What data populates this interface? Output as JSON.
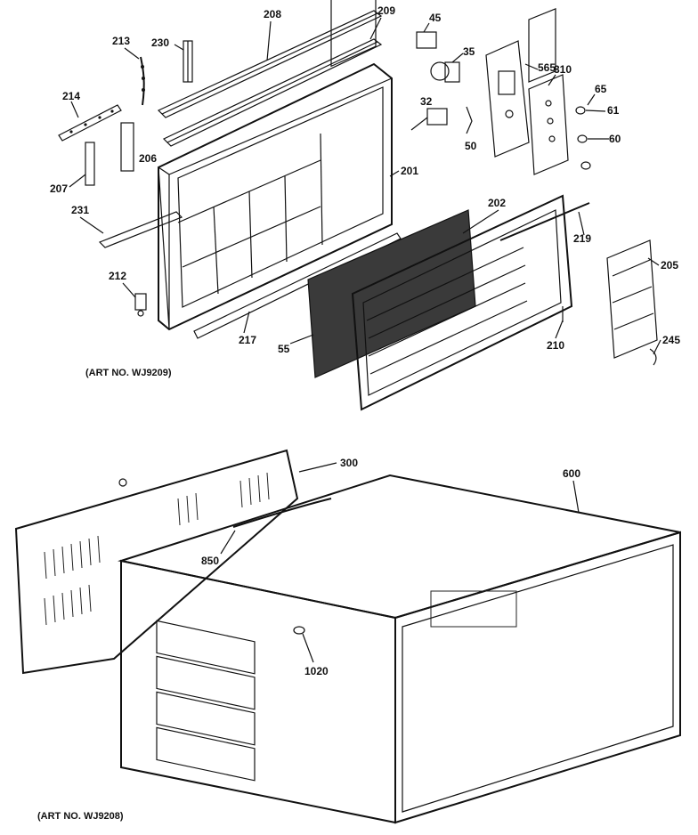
{
  "captions": {
    "top": "(ART NO. WJ9209)",
    "bottom": "(ART NO. WJ9208)"
  },
  "labels": {
    "p208": "208",
    "p209": "209",
    "p213": "213",
    "p230": "230",
    "p45": "45",
    "p35": "35",
    "p565": "565",
    "p310": "310",
    "p65": "65",
    "p61": "61",
    "p214": "214",
    "p32": "32",
    "p206": "206",
    "p50": "50",
    "p60": "60",
    "p207": "207",
    "p201": "201",
    "p202": "202",
    "p231": "231",
    "p219": "219",
    "p205": "205",
    "p212": "212",
    "p217": "217",
    "p55": "55",
    "p210": "210",
    "p245": "245",
    "p300": "300",
    "p600": "600",
    "p850": "850",
    "p1020": "1020"
  }
}
